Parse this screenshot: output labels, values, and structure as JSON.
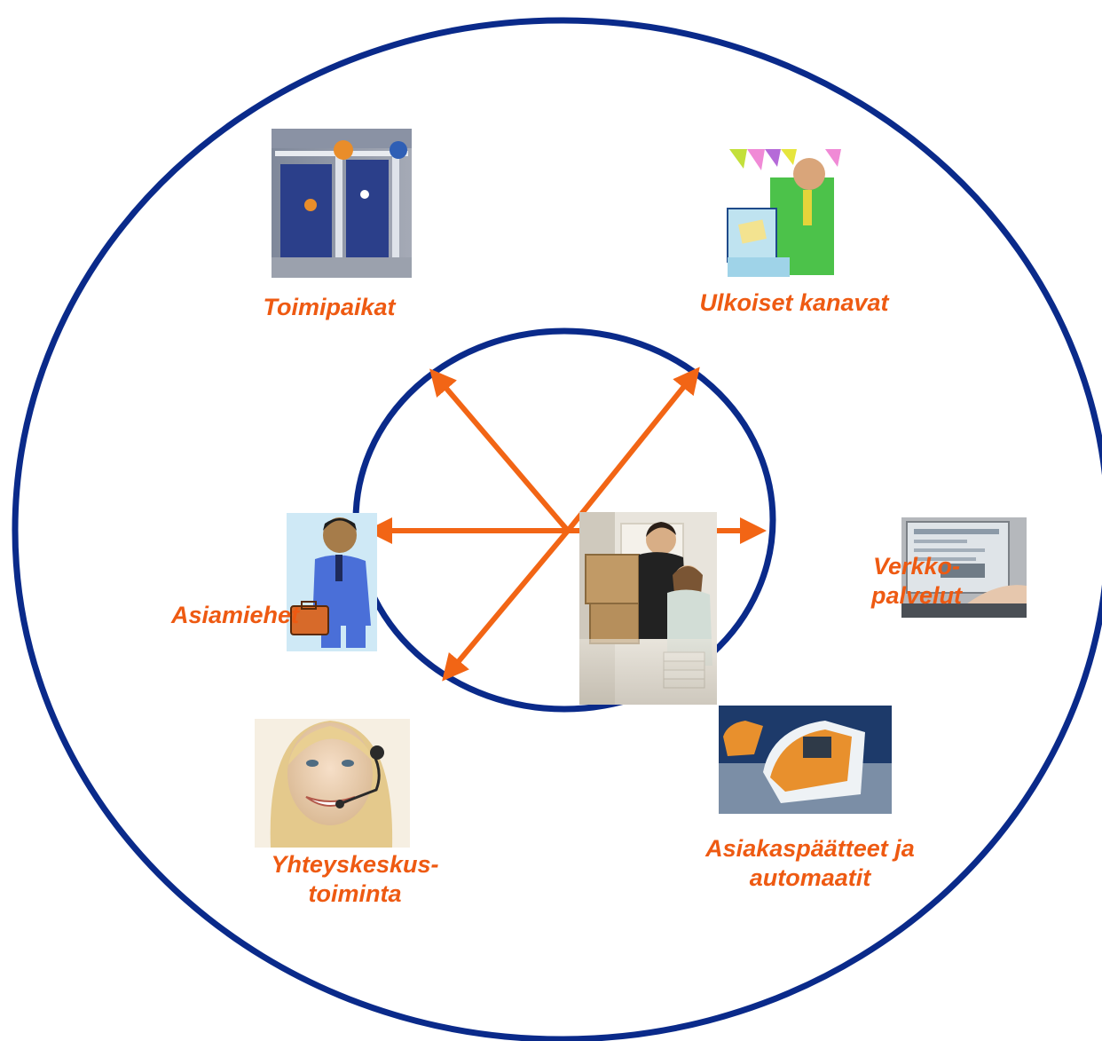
{
  "diagram": {
    "colors": {
      "circle_stroke": "#0a2a8a",
      "arrow": "#f26515",
      "label": "#ee5a12"
    },
    "center_image": "couple-moving-boxes-photo",
    "channels": [
      {
        "id": "toimipaikat",
        "lines": [
          "Toimipaikat"
        ],
        "image": "branch-office-storefront"
      },
      {
        "id": "ulkoiset",
        "lines": [
          "Ulkoiset kanavat"
        ],
        "image": "salesman-at-counter-clipart"
      },
      {
        "id": "asiamiehet",
        "lines": [
          "Asiamiehet"
        ],
        "image": "businessman-with-briefcase-clipart"
      },
      {
        "id": "verkko",
        "lines": [
          "Verkko-",
          "palvelut"
        ],
        "image": "laptop-web-service-photo"
      },
      {
        "id": "yhteys",
        "lines": [
          "Yhteyskeskus-",
          "toiminta"
        ],
        "image": "call-center-headset-photo"
      },
      {
        "id": "asiakas",
        "lines": [
          "Asiakaspäätteet ja",
          "automaatit"
        ],
        "image": "self-service-terminal-photo"
      }
    ]
  }
}
